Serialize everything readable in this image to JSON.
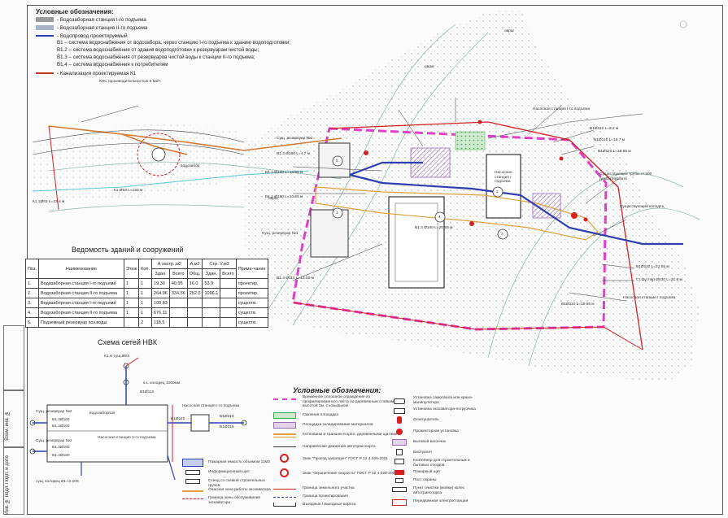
{
  "legend_top": {
    "title": "Условные обозначения:",
    "items": [
      {
        "label": "- Водозаборная станция I-го подъема",
        "color": "#9a9a9a"
      },
      {
        "label": "- Водозаборная станция II-го подъема",
        "color": "#a9b4c8"
      },
      {
        "label": "- Водопровод проектируемый",
        "color": "#2f3fb3"
      },
      {
        "label": "В1 – система водоснабжения от водозабора, через станцию I-го подъема к зданию водоподготовки;",
        "color": ""
      },
      {
        "label": "В1.2 – система водоснабжения от здания водоподготовки к резервуарам чистой воды;",
        "color": ""
      },
      {
        "label": "В1.3 – система водоснабжения от резервуаров чистой воды к станции II-го подъема;",
        "color": ""
      },
      {
        "label": "В1.4 – система водоснабжения к потребителям",
        "color": ""
      },
      {
        "label": "- Канализация проектируемая К1",
        "color": "#c0392b"
      }
    ]
  },
  "buildings_table": {
    "title": "Ведомость зданий и сооружений",
    "headers": [
      "Поз.",
      "Наименование",
      "Этаж",
      "Кол.",
      "Здан.",
      "Всего",
      "Общ.",
      "Здан.",
      "Всего",
      "Приме-чание"
    ],
    "group_headers": [
      "А застр.,м2",
      "А,м2",
      "Стр. V,м3"
    ],
    "rows": [
      [
        "1.",
        "Водозаборная станция I-го подъема",
        "1",
        "1",
        "19.36",
        "40.95",
        "16.0",
        "53.9",
        "",
        "проектир."
      ],
      [
        "2.",
        "Водозаборная станция II-го подъема",
        "1",
        "1",
        "264.96",
        "334.56",
        "252.0",
        "1096.1",
        "",
        "проектир."
      ],
      [
        "3.",
        "Водозаборная станция I-го подъема",
        "1",
        "1",
        "100.83",
        "",
        "",
        "",
        "",
        "существ."
      ],
      [
        "4.",
        "Водозаборная станция II-го подъема",
        "1",
        "1",
        "676.11",
        "",
        "",
        "",
        "",
        "существ."
      ],
      [
        "5.",
        "Подземный резервуар хоз.воды",
        "",
        "2",
        "118.5",
        "",
        "",
        "",
        "",
        "существ."
      ]
    ]
  },
  "nvk_scheme": {
    "title": "Схема сетей НВК",
    "labels": {
      "k1": "К1.Н сущ.Ø63",
      "kns": "к.к. колодец 1000мм",
      "tank2": "Сущ. резервуар №2",
      "tank1": "Сущ. резервуар №1",
      "vodozab": "водозаборная",
      "station2": "Насосная станция II-го подъема",
      "station1": "Насосная станция I-го подъема",
      "k1_bottom": "сущ. колодец В1.сп.109",
      "b1_31": "В1.3Ø160",
      "b1_32": "В1.3Ø160",
      "b1_21": "В1.2Ø160",
      "b1_22": "В1.2Ø160",
      "b1_1a": "В1Ø110",
      "b1_1b": "В1Ø110",
      "b1_13": "В1Ø315",
      "b1_14": "В1Ø315"
    }
  },
  "legend_bottom": {
    "title": "Условные обозначения:",
    "left": [
      {
        "label": "Временное сплошное ограждение из профилированного листа по деревянным стойкам, высотой 2м, с козырьком",
        "color": "#e040c8"
      },
      {
        "label": "Газонная площадка",
        "color": "#3aa64f"
      },
      {
        "label": "Площадка складирования материалов",
        "color": "#9b6bb8"
      },
      {
        "label": "Котлованы и траншеи в креп. деревянными щитами",
        "color": "#e0a040"
      },
      {
        "label": "Направление движения автотранспорта",
        "color": "#333333"
      },
      {
        "label": "Знак \"Проезд запрещен\" ГОСТ Р 12.4.026-2001",
        "color": "#d62020"
      },
      {
        "label": "Знак \"Ограничение скорости\" ГОСТ Р 12.4.026-2001",
        "color": "#d62020"
      },
      {
        "label": "Граница земельного участка",
        "color": "#d62020"
      },
      {
        "label": "Граница проектирования",
        "color": "#2f3fb3"
      },
      {
        "label": "Въездные / выездные ворота",
        "color": "#333333"
      }
    ],
    "middle": [
      {
        "label": "Пожарная емкость объемом 12м3",
        "color": "#2f3fb3"
      },
      {
        "label": "Информационный щит",
        "color": "#333333"
      },
      {
        "label": "Стенд со схемой строительных грузов",
        "color": "#333333"
      },
      {
        "label": "Опасная зона работы экскаватора",
        "color": "#e0a040"
      },
      {
        "label": "Граница зоны обслуживания экскаватора",
        "color": "#d62020"
      }
    ],
    "right": [
      {
        "label": "Установка самосвала или крана-манипулятора",
        "color": "#333333"
      },
      {
        "label": "Установка экскаватора-погрузчика",
        "color": "#333333"
      },
      {
        "label": "Огнетушитель",
        "color": "#d62020"
      },
      {
        "label": "Прожекторная установка",
        "color": "#d62020"
      },
      {
        "label": "Бытовой вагончик",
        "color": "#9b6bb8"
      },
      {
        "label": "Биотуалет",
        "color": "#333333"
      },
      {
        "label": "Контейнер для строительных и бытовых отходов",
        "color": "#333333"
      },
      {
        "label": "Пожарный щит",
        "color": "#d62020"
      },
      {
        "label": "Пост охраны",
        "color": "#333333"
      },
      {
        "label": "Пункт очистки (мойки) колес автотранспорта",
        "color": "#333333"
      },
      {
        "label": "Передвижная электростанция",
        "color": "#d62020"
      }
    ]
  },
  "plan_labels": {
    "kns": "КНС производительностью 5 м3/ч",
    "vodozabor": "водозабор",
    "ovrag": "овраг",
    "tank1": "Сущ. резервуар №1",
    "tank2": "Сущ. резервуар №2",
    "station1": "Насосная станция I-го подъема",
    "station_right": "Насосная станция I подъема",
    "existing_pipe": "Существующие трубы ст.300 демонтировать",
    "existing_well": "Существующий колодец",
    "pipe_b1": "В1.2 Ø160 L=4.7 м",
    "pipe_b2": "В1.2 Ø160 L=10.65 м",
    "pipe_b3": "В1.2 Ø160 L=10.65 м",
    "pipe_b4": "В1.3 Ø160 L=20.55 м",
    "pipe_b5": "В1.4 Ø110 L=12.55 м",
    "pipe_b6": "В1Ø110 L=6.2 м",
    "pipe_b7": "В1Ø110 L=18.7 м",
    "pipe_b8": "В1Ø110 L=18.65 м",
    "pipe_b9": "В1Ø110 L=22.55 м",
    "pipe_b10": "Ст.футляр Ø530 L=21.8 м",
    "pipe_b11": "В1Ø110 L=10.55 м",
    "k1_a": "К1.1Ø63 L=13.4 м",
    "k1_b": "К1 Ø63 L=150 м",
    "num_1": "1",
    "num_2": "2",
    "num_3": "3",
    "num_4": "4",
    "num_5": "5",
    "station_top": "Насосная станция I подъема"
  },
  "title_block": {
    "col1": "Инв. № подл.",
    "col2": "Подп. и дата",
    "col3": "Взам. инв. №"
  }
}
